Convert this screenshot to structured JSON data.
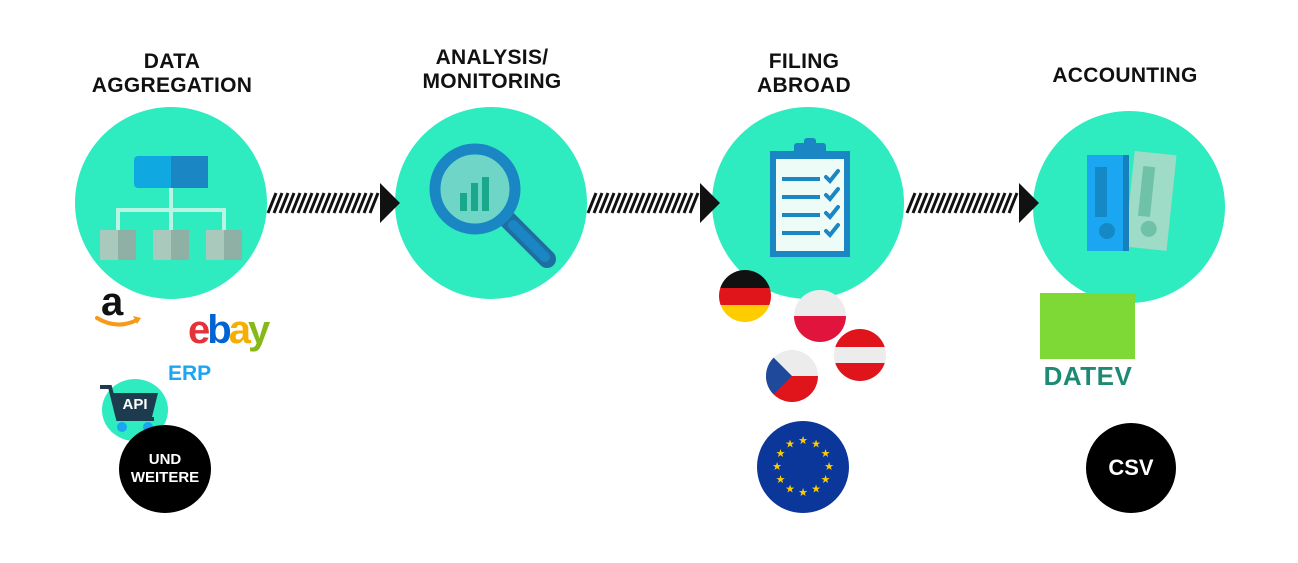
{
  "steps": [
    {
      "title": "DATA\nAGGREGATION"
    },
    {
      "title": "ANALYSIS/\nMONITORING"
    },
    {
      "title": "FILING\nABROAD"
    },
    {
      "title": "ACCOUNTING"
    }
  ],
  "sources": {
    "amazon_letter": "a",
    "ebay": [
      "e",
      "b",
      "a",
      "y"
    ],
    "erp": "ERP",
    "api": "API",
    "more": "UND\nWEITERE"
  },
  "accounting_formats": {
    "datev": "DATEV",
    "csv": "CSV"
  },
  "flags": [
    "germany-flag",
    "poland-flag",
    "austria-flag",
    "czech-flag",
    "eu-flag"
  ],
  "colors": {
    "accent": "#2eecc0",
    "datev_green": "#7ed836",
    "datev_text": "#1f8a73",
    "erp_blue": "#1aa6f0",
    "ebay_red": "#e53238",
    "ebay_blue": "#0064d2",
    "ebay_yellow": "#f5af02",
    "ebay_green": "#86b817",
    "amazon_orange": "#f79a19"
  }
}
